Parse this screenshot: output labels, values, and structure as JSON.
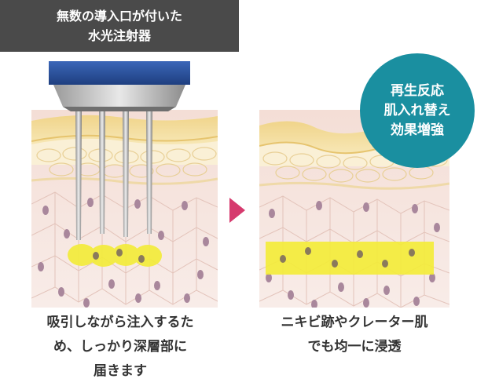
{
  "banner": {
    "line1": "無数の導入口が付いた",
    "line2": "水光注射器"
  },
  "badge": {
    "line1": "再生反応",
    "line2": "肌入れ替え",
    "line3": "効果増強"
  },
  "left_caption": {
    "line1": "吸引しながら注入するた",
    "line2": "め、しっかり深層部に",
    "line3": "届きます"
  },
  "right_caption": {
    "line1": "ニキビ跡やクレーター肌",
    "line2": "でも均一に浸透"
  },
  "colors": {
    "banner": "#4a4a4a",
    "badge": "#1a8fa0",
    "arrow": "#d63a6e",
    "serum": "#f3ec3a",
    "device_cap": "#2a4f9a"
  },
  "icons": {
    "arrow": "arrow-right-icon"
  }
}
